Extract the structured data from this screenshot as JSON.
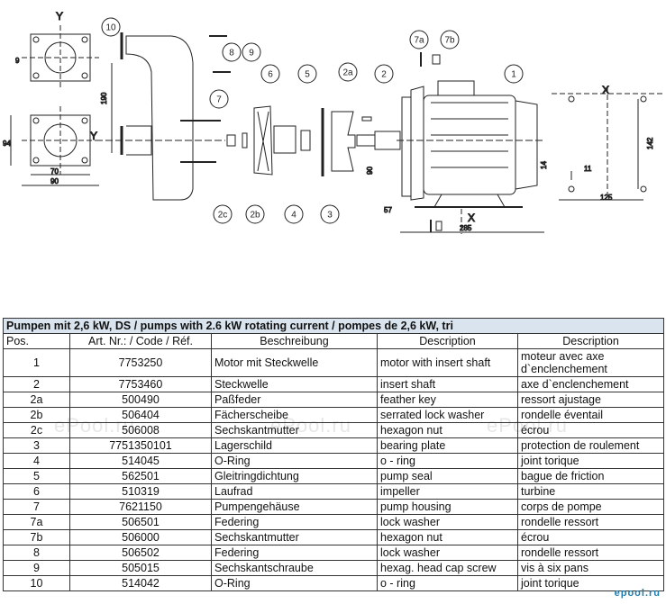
{
  "drawing": {
    "axis_labels": {
      "y_top": "Y",
      "y_mid": "Y",
      "x_right": "X",
      "x_bottom": "X"
    },
    "callouts": [
      "1",
      "2",
      "2a",
      "2b",
      "2c",
      "3",
      "4",
      "5",
      "6",
      "7",
      "7a",
      "7b",
      "8",
      "9",
      "10"
    ],
    "dimensions": {
      "flange_offset": "9",
      "flange_height": "94",
      "flange_width_inner": "70",
      "flange_width_outer": "90",
      "housing_height": "190",
      "shaft_height": "90",
      "base_offset": "57",
      "motor_length": "285",
      "foot_height": "14",
      "foot_slot": "11",
      "foot_span": "142",
      "foot_length": "125"
    }
  },
  "table": {
    "caption": "Pumpen mit 2,6 kW, DS / pumps with 2.6 kW rotating current / pompes de 2,6 kW, tri",
    "headers": [
      "Pos.",
      "Art. Nr.: / Code / Réf.",
      "Beschreibung",
      "Description",
      "Description"
    ],
    "rows": [
      [
        "1",
        "7753250",
        "Motor mit Steckwelle",
        "motor with insert shaft",
        "moteur avec axe d`enclenchement"
      ],
      [
        "2",
        "7753460",
        "Steckwelle",
        "insert shaft",
        "axe d`enclenchement"
      ],
      [
        "2a",
        "500490",
        "Paßfeder",
        "feather key",
        "ressort ajustage"
      ],
      [
        "2b",
        "506404",
        "Fächerscheibe",
        "serrated lock washer",
        "rondelle éventail"
      ],
      [
        "2c",
        "506008",
        "Sechskantmutter",
        "hexagon nut",
        "écrou"
      ],
      [
        "3",
        "7751350101",
        "Lagerschild",
        "bearing plate",
        "protection de roulement"
      ],
      [
        "4",
        "514045",
        "O-Ring",
        "o - ring",
        "joint torique"
      ],
      [
        "5",
        "562501",
        "Gleitringdichtung",
        "pump seal",
        "bague de friction"
      ],
      [
        "6",
        "510319",
        "Laufrad",
        "impeller",
        "turbine"
      ],
      [
        "7",
        "7621150",
        "Pumpengehäuse",
        "pump housing",
        "corps de pompe"
      ],
      [
        "7a",
        "506501",
        "Federing",
        "lock washer",
        "rondelle ressort"
      ],
      [
        "7b",
        "506000",
        "Sechskantmutter",
        "hexagon nut",
        "écrou"
      ],
      [
        "8",
        "506502",
        "Federing",
        "lock washer",
        "rondelle ressort"
      ],
      [
        "9",
        "505015",
        "Sechskantschraube",
        "hexag. head cap screw",
        "vis à six pans"
      ],
      [
        "10",
        "514042",
        "O-Ring",
        "o - ring",
        "joint torique"
      ]
    ]
  },
  "watermarks": [
    "ePool.ru",
    "ePool.ru",
    "ePool.ru"
  ],
  "logo": "epool.ru"
}
